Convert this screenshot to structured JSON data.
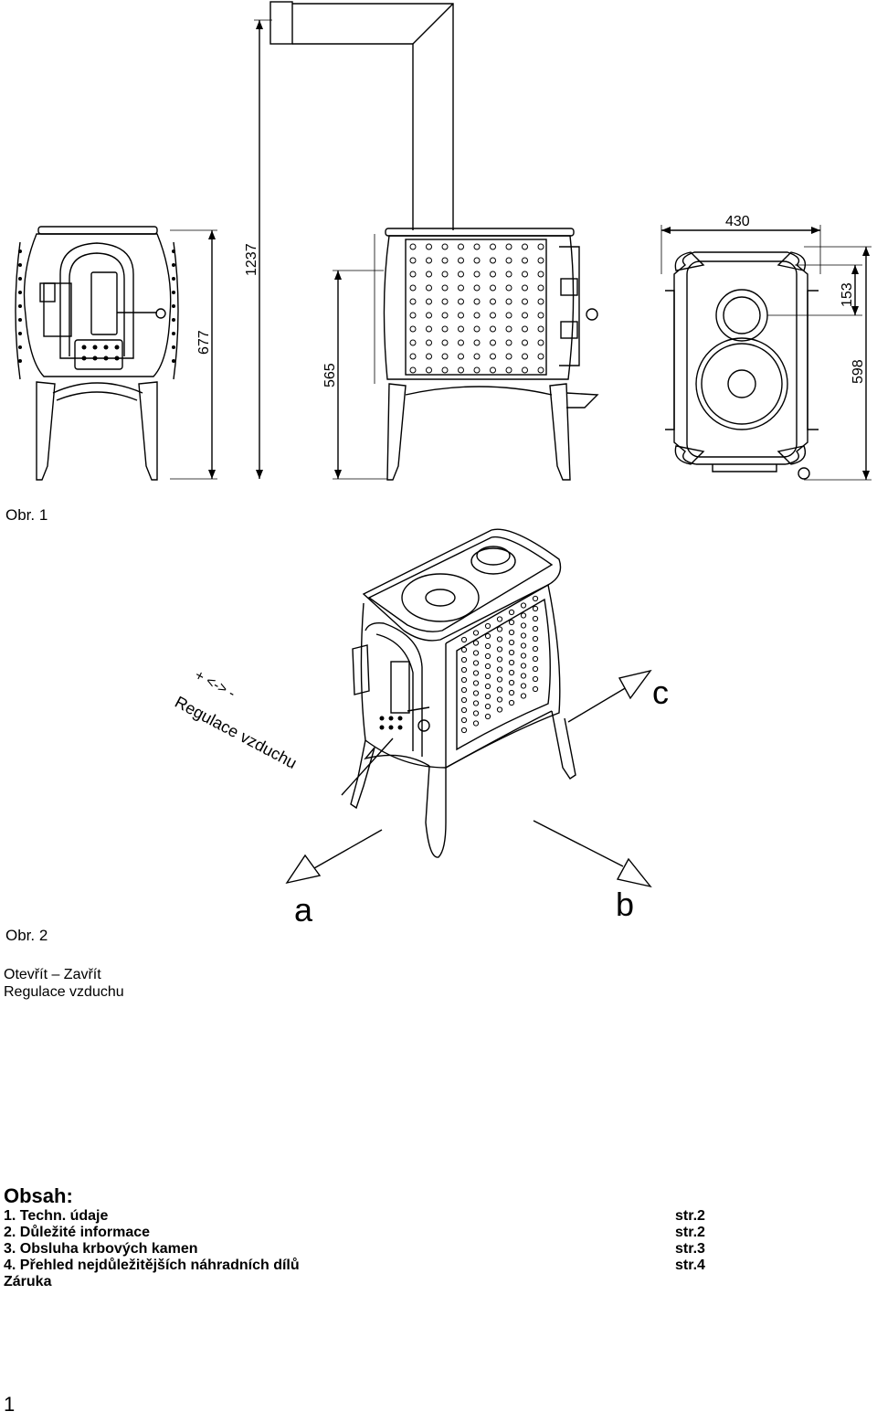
{
  "figure1": {
    "caption": "Obr. 1",
    "dims": {
      "d1237": "1237",
      "d677": "677",
      "d565": "565",
      "d430": "430",
      "d153": "153",
      "d598": "598"
    }
  },
  "figure2": {
    "caption": "Obr. 2",
    "callout_a": "a",
    "callout_b": "b",
    "callout_c": "c",
    "drawing_control_label": "+ <-> -",
    "drawing_regulation_label": "Regulace vzduchu"
  },
  "legend": {
    "line1": "Otevřít – Zavřít",
    "line2": "Regulace vzduchu"
  },
  "contents": {
    "title": "Obsah:",
    "items": [
      {
        "label": "1. Techn. údaje",
        "page": "str.2"
      },
      {
        "label": "2. Důležité informace",
        "page": "str.2"
      },
      {
        "label": "3. Obsluha krbových kamen",
        "page": "str.3"
      },
      {
        "label": "4. Přehled nejdůležitějších náhradních dílů",
        "page": "str.4"
      },
      {
        "label": "Záruka",
        "page": ""
      }
    ]
  },
  "page_number": "1"
}
